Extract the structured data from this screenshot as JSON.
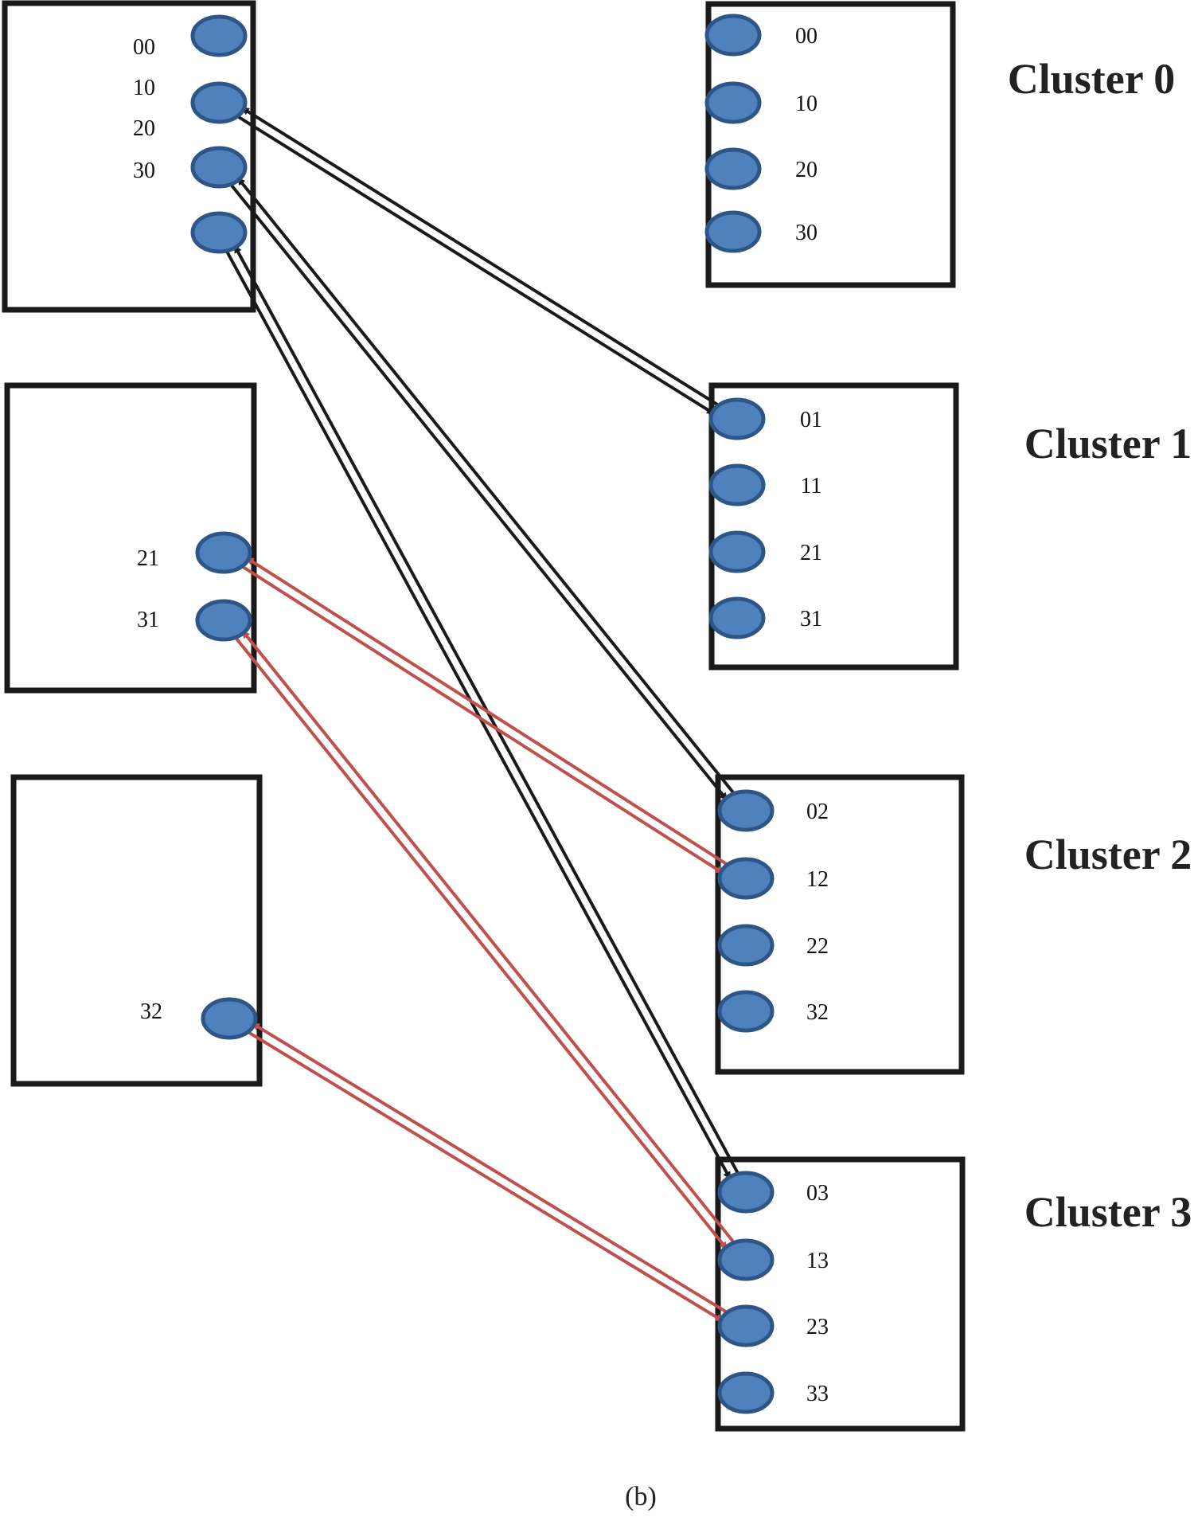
{
  "colors": {
    "node_fill": "#4f81bd",
    "node_stroke": "#2d5586",
    "link_black": "#1a1a1a",
    "link_red": "#c0504d",
    "box_stroke": "#1a1a1a"
  },
  "left_boxes": [
    {
      "id": "L0",
      "labels": [
        "00",
        "10",
        "20",
        "30"
      ],
      "nodes": [
        "L0a",
        "L0b",
        "L0c",
        "L0d"
      ]
    },
    {
      "id": "L1",
      "labels": [
        "21",
        "31"
      ],
      "nodes": [
        "L1a",
        "L1b"
      ]
    },
    {
      "id": "L2",
      "labels": [
        "32"
      ],
      "nodes": [
        "L2a"
      ]
    }
  ],
  "clusters": [
    {
      "id": "C0",
      "title": "Cluster 0",
      "labels": [
        "00",
        "10",
        "20",
        "30"
      ]
    },
    {
      "id": "C1",
      "title": "Cluster 1",
      "labels": [
        "01",
        "11",
        "21",
        "31"
      ]
    },
    {
      "id": "C2",
      "title": "Cluster 2",
      "labels": [
        "02",
        "12",
        "22",
        "32"
      ]
    },
    {
      "id": "C3",
      "title": "Cluster 3",
      "labels": [
        "03",
        "13",
        "23",
        "33"
      ]
    }
  ],
  "links": [
    {
      "from": "L0b",
      "to": "C1n0",
      "color": "black"
    },
    {
      "from": "L0c",
      "to": "C2n0",
      "color": "black"
    },
    {
      "from": "L0d",
      "to": "C3n0",
      "color": "black"
    },
    {
      "from": "L1a",
      "to": "C2n1",
      "color": "red"
    },
    {
      "from": "L1b",
      "to": "C3n1",
      "color": "red"
    },
    {
      "from": "L2a",
      "to": "C3n2",
      "color": "red"
    }
  ],
  "caption": "(b)"
}
